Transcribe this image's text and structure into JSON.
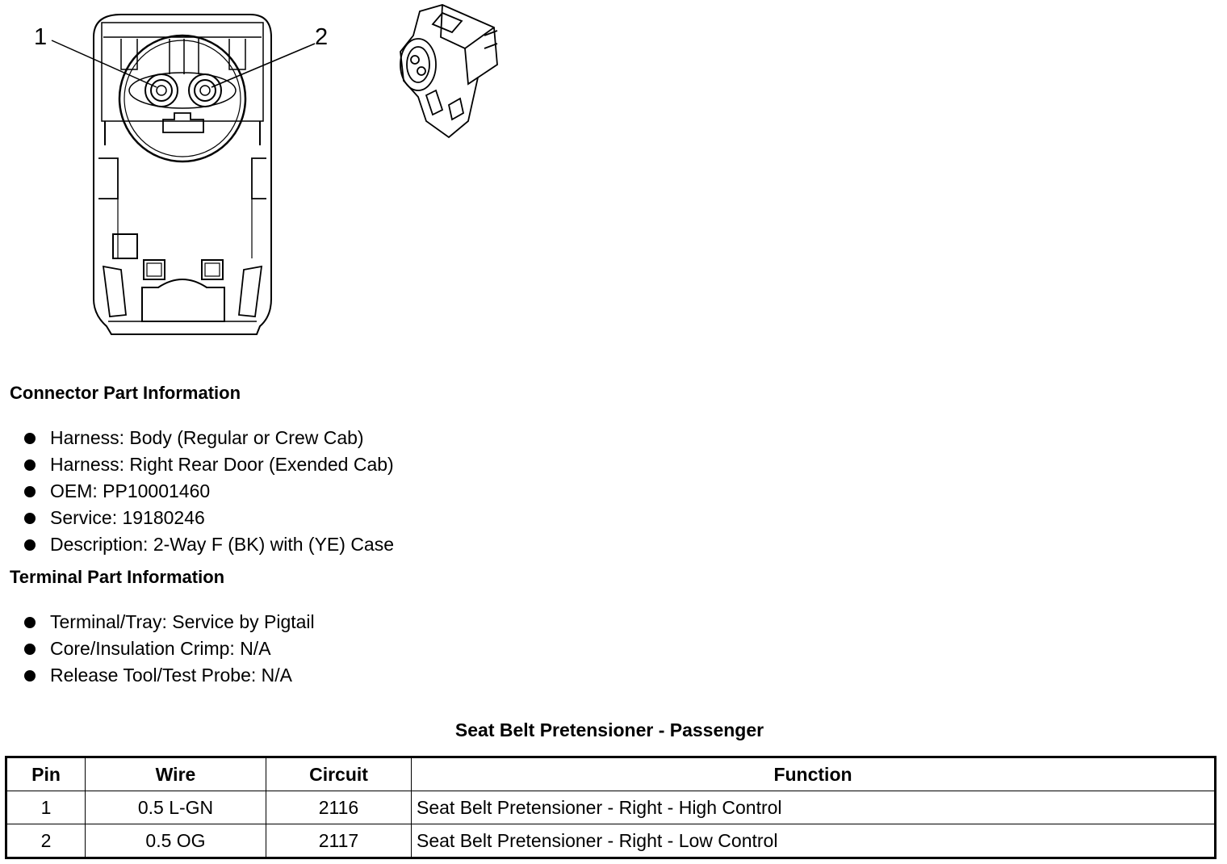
{
  "callouts": {
    "pin1": "1",
    "pin2": "2"
  },
  "connector_info": {
    "heading": "Connector Part Information",
    "items": [
      "Harness: Body (Regular or Crew Cab)",
      "Harness: Right Rear Door (Exended Cab)",
      "OEM: PP10001460",
      "Service: 19180246",
      "Description: 2-Way F (BK) with (YE) Case"
    ]
  },
  "terminal_info": {
    "heading": "Terminal Part Information",
    "items": [
      "Terminal/Tray: Service by Pigtail",
      "Core/Insulation Crimp: N/A",
      "Release Tool/Test Probe: N/A"
    ]
  },
  "table": {
    "title": "Seat Belt Pretensioner - Passenger",
    "headers": [
      "Pin",
      "Wire",
      "Circuit",
      "Function"
    ],
    "rows": [
      [
        "1",
        "0.5 L-GN",
        "2116",
        "Seat Belt Pretensioner - Right - High Control"
      ],
      [
        "2",
        "0.5 OG",
        "2117",
        "Seat Belt Pretensioner - Right - Low Control"
      ]
    ]
  }
}
